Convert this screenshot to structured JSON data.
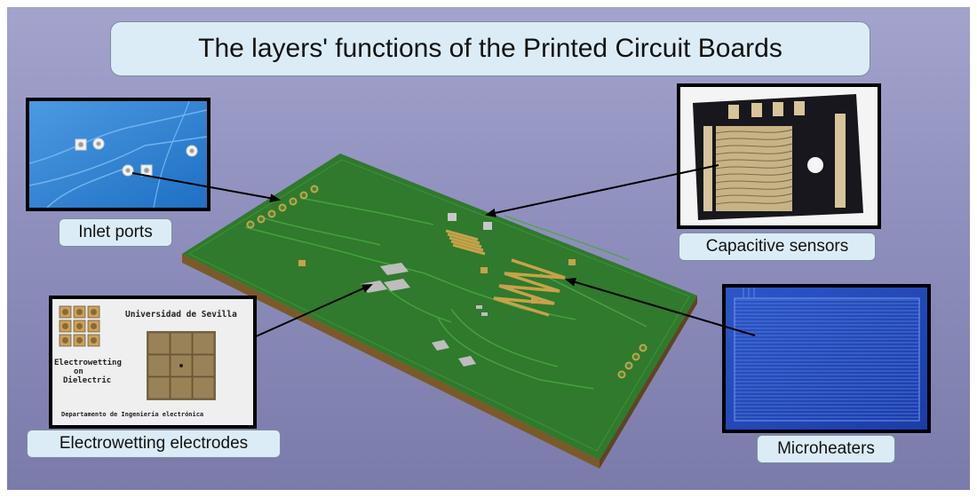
{
  "title": "The layers' functions of the Printed Circuit Boards",
  "labels": {
    "inlet_ports": "Inlet ports",
    "capacitive_sensors": "Capacitive sensors",
    "electrowetting_electrodes": "Electrowetting electrodes",
    "microheaters": "Microheaters"
  },
  "ewod_photo": {
    "university": "Universidad de Sevilla",
    "device_line1": "Electrowetting",
    "device_line2": "on",
    "device_line3": "Dielectric",
    "department": "Departamento de Ingeniería electrónica"
  },
  "colors": {
    "background": "#9595c3",
    "label_fill": "#dcecf6",
    "board_green": "#2f7a2c",
    "board_edge": "#7a5a28",
    "pad_gold": "#c8a24a",
    "blue_pcb": "#2a7fd0",
    "heater_blue": "#1e46b8"
  }
}
